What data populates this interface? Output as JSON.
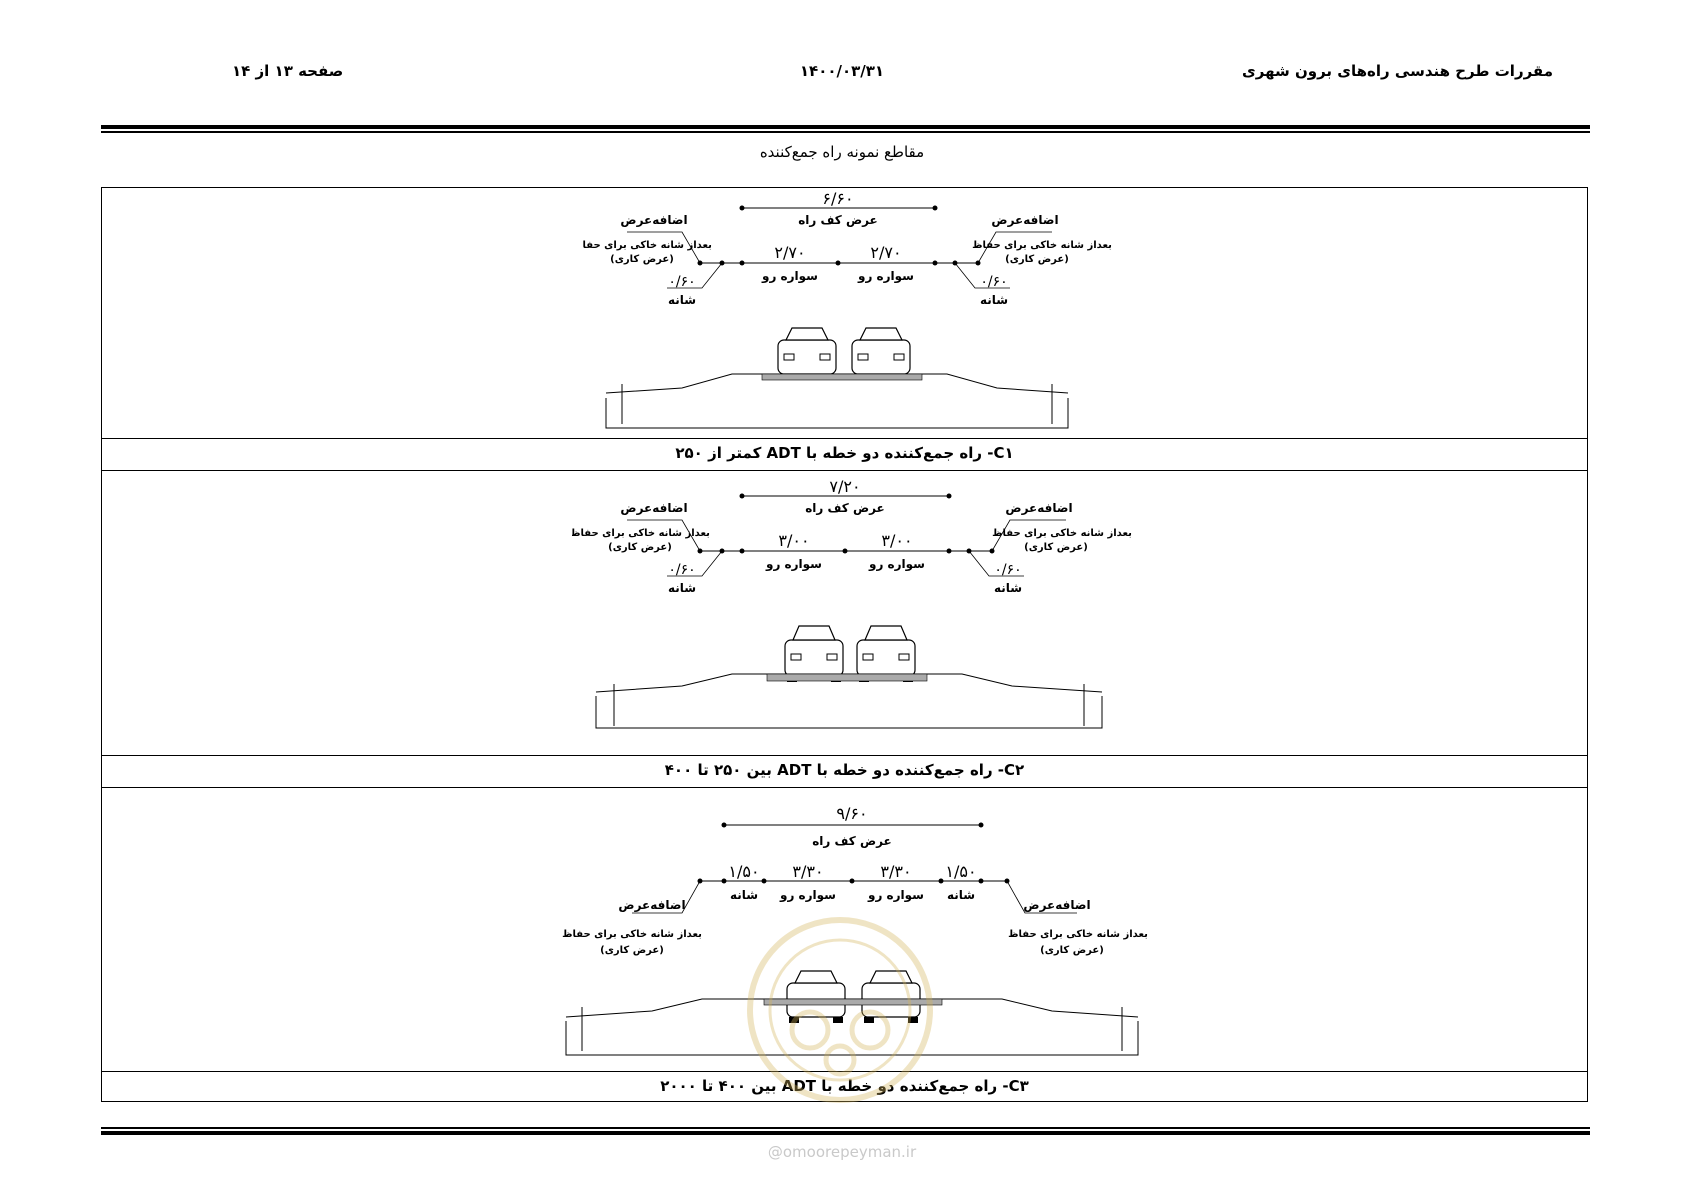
{
  "header": {
    "title": "مقررات طرح هندسی راه‌های برون شهری",
    "date": "۱۴۰۰/۰۳/۳۱",
    "page": "صفحه  ۱۳ از ۱۴"
  },
  "subtitle": "مقاطع نمونه راه جمع‌کننده",
  "sections": [
    {
      "caption": "C۱- راه جمع‌کننده دو خطه با ADT کمتر از ۲۵۰",
      "total_width": "۶/۶۰",
      "total_label": "عرض کف راه",
      "lane_value": "۲/۷۰",
      "lane_label": "سواره رو",
      "shoulder_value": "۰/۶۰",
      "shoulder_label": "شانه",
      "extra_label": "اضافه‌عرض",
      "extra_note1": "بعداز شانه خاکی برای حفاظ",
      "extra_note2": "(عرض کاری)"
    },
    {
      "caption": "C۲- راه جمع‌کننده دو خطه با ADT بین ۲۵۰ تا ۴۰۰",
      "total_width": "۷/۲۰",
      "total_label": "عرض کف راه",
      "lane_value": "۳/۰۰",
      "lane_label": "سواره رو",
      "shoulder_value": "۰/۶۰",
      "shoulder_label": "شانه",
      "extra_label": "اضافه‌عرض",
      "extra_note1": "بعداز شانه خاکی برای حفاظ",
      "extra_note2": "(عرض کاری)"
    },
    {
      "caption": "C۳- راه جمع‌کننده دو خطه با ADT بین ۴۰۰ تا ۲۰۰۰",
      "total_width": "۹/۶۰",
      "total_label": "عرض کف راه",
      "lane_value": "۳/۳۰",
      "lane_label": "سواره رو",
      "shoulder_value": "۱/۵۰",
      "shoulder_label": "شانه",
      "extra_label": "اضافه‌عرض",
      "extra_note1": "بعداز شانه خاکی برای حفاظ",
      "extra_note2": "(عرض کاری)"
    }
  ],
  "watermark": "@omoorepeyman.ir"
}
